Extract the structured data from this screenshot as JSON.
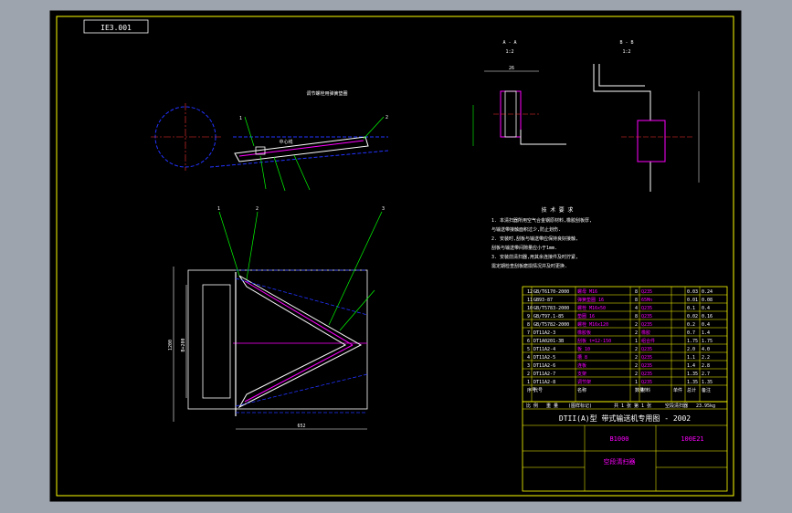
{
  "title_tag": "IE3.001",
  "section_a_label": "A - A",
  "section_b_label": "B - B",
  "scale_label_a": "1:2",
  "scale_label_b": "1:2",
  "side_view_note": "调节螺栓用弹簧垫圈",
  "side_center_label": "中心线",
  "dim_width": "652",
  "dim_height_outer": "1200",
  "dim_height_inner": "B+200",
  "dim_26": "26",
  "requirements": {
    "heading": "技 术 要 求",
    "lines": [
      "1. 本清扫器所用空气合金钢原材料,橡胶刮板厚,",
      "   与输送带接触面积过少,防止划伤.",
      "2. 安装时,刮板与输送带应保持良好接触,",
      "   刮板与输送带间隙量应小于1mm.",
      "3. 安装前清扫器,用其余连接件及时拧紧,",
      "   需定期检查刮板磨损情况并及时更换."
    ]
  },
  "parts": [
    [
      "12",
      "GB/T6170-2000",
      "螺母 M16",
      "8",
      "Q235",
      "",
      "0.03",
      "0.24"
    ],
    [
      "11",
      "GB93-87",
      "弹簧垫圈 16",
      "8",
      "65Mn",
      "",
      "0.01",
      "0.08"
    ],
    [
      "10",
      "GB/T5783-2000",
      "螺栓 M16x50",
      "4",
      "Q235",
      "",
      "0.1",
      "0.4"
    ],
    [
      "9",
      "GB/T97.1-85",
      "垫圈 16",
      "8",
      "Q235",
      "",
      "0.02",
      "0.16"
    ],
    [
      "8",
      "GB/T5782-2000",
      "螺栓 M16x120",
      "2",
      "Q235",
      "",
      "0.2",
      "0.4"
    ],
    [
      "7",
      "DT11A2-3",
      "橡胶板",
      "2",
      "橡胶",
      "",
      "0.7",
      "1.4"
    ],
    [
      "6",
      "DT1A0201-3B",
      "刮板 t=12-150",
      "1",
      "组合件",
      "",
      "1.75",
      "1.75"
    ],
    [
      "5",
      "DT11A2-4",
      "板 10",
      "2",
      "Q235",
      "",
      "2.0",
      "4.0"
    ],
    [
      "4",
      "DT11A2-5",
      "槽 8",
      "2",
      "Q235",
      "",
      "1.1",
      "2.2"
    ],
    [
      "3",
      "DT11A2-6",
      "连板",
      "2",
      "Q235",
      "",
      "1.4",
      "2.8"
    ],
    [
      "2",
      "DT11A2-7",
      "支架",
      "2",
      "Q235",
      "",
      "1.35",
      "2.7"
    ],
    [
      "1",
      "DT11A2-8",
      "调节架",
      "1",
      "Q235",
      "",
      "1.35",
      "1.35"
    ]
  ],
  "parts_header": [
    "序号",
    "代号",
    "名称",
    "数量",
    "材料",
    "单件",
    "总计",
    "备注"
  ],
  "parts_header_2": [
    "比 例",
    "重 量",
    "(图样标记)",
    "共 1 张 第 1 张",
    "空段清扫器",
    "23.95kg"
  ],
  "series_title": "DTII(A)型 带式输送机专用图 - 2002",
  "drawing_code": "B1000",
  "drawing_number": "100E21",
  "drawing_name": "空段清扫器",
  "colors": {
    "paper": "#000000",
    "border": "#ffff00",
    "geometry": "#ffffff",
    "leader": "#00ff00",
    "hidden": "#0000ff",
    "dim": "#00ffff",
    "part": "#ff00ff",
    "section": "#ff0000"
  }
}
